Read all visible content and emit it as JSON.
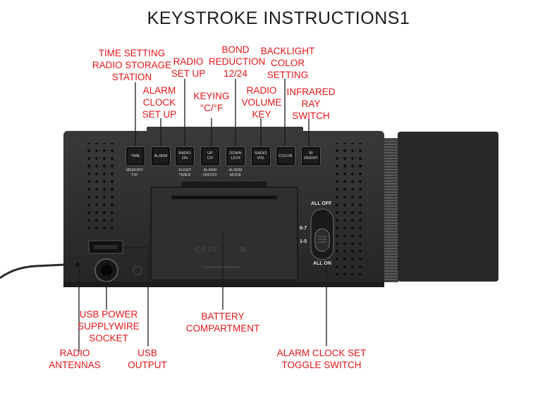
{
  "title": "KEYSTROKE INSTRUCTIONS1",
  "labels": {
    "time_setting": "TIME SETTING\nRADIO STORAGE\nSTATION",
    "radio_set_up": "RADIO\nSET UP",
    "alarm_clock": "ALARM\nCLOCK\nSET UP",
    "keying": "KEYING\n°C/°F",
    "bond": "BOND\nREDUCTION\n12/24",
    "backlight": "BACKLIGHT\nCOLOR\nSETTING",
    "radio_volume": "RADIO\nVOLUME\nKEY",
    "infrared": "INFRARED\nRAY\nSWITCH",
    "usb_power": "USB POWER\nSUPPLYWIRE\nSOCKET",
    "battery": "BATTERY\nCOMPARTMENT",
    "radio_antennas": "RADIO\nANTENNAS",
    "usb_output": "USB\nOUTPUT",
    "alarm_toggle": "ALARM CLOCK SET\nTOGGLE SWITCH"
  },
  "buttons": {
    "time": "TIME",
    "alarm": "ALARM",
    "radio_on": "RADIO\nON",
    "up": "UP\nC/F",
    "down": "DOWN\n12/24",
    "radio_vol": "RADIO\nVOL",
    "color": "COLOR",
    "ir": "IR\nON/OFF"
  },
  "sublabels": {
    "time": "MEMORY\nFM",
    "radio_on": "SLEEP\nTIMER",
    "up": "ALARM\nON/OFF",
    "down": "ALARM\nMODE"
  },
  "switch": {
    "all_off": "ALL OFF",
    "pos_67": "6-7",
    "pos_15": "1-5",
    "all_on": "ALL ON"
  },
  "colors": {
    "label": "#e0161b",
    "device": "#2b2b2d",
    "panel": "#1e1e20"
  }
}
